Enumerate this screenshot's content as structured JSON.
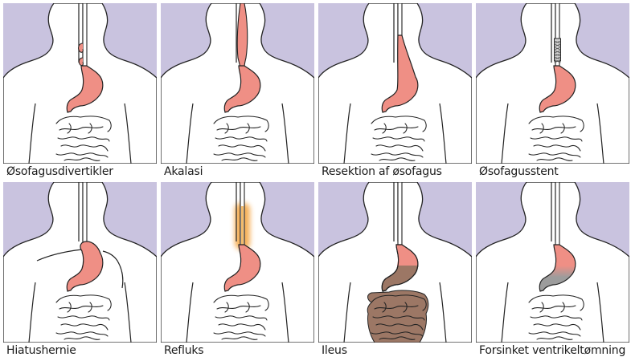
{
  "colors": {
    "background": "#c9c3df",
    "body_fill": "#ffffff",
    "outline": "#222222",
    "organ": "#ef8f85",
    "glow": "#f4a23a",
    "intestine_ileus": "#9c7765",
    "stomach_delayed": "#9c9c9c"
  },
  "panels": [
    {
      "id": "diverticula",
      "caption": "Øsofagusdivertikler"
    },
    {
      "id": "achalasia",
      "caption": "Akalasi"
    },
    {
      "id": "resection",
      "caption": "Resektion af øsofagus"
    },
    {
      "id": "stent",
      "caption": "Øsofagusstent"
    },
    {
      "id": "hiatal-hernia",
      "caption": "Hiatushernie"
    },
    {
      "id": "reflux",
      "caption": "Refluks"
    },
    {
      "id": "ileus",
      "caption": "Ileus"
    },
    {
      "id": "gastroparesis",
      "caption": "Forsinket ventrikeltømning"
    }
  ]
}
